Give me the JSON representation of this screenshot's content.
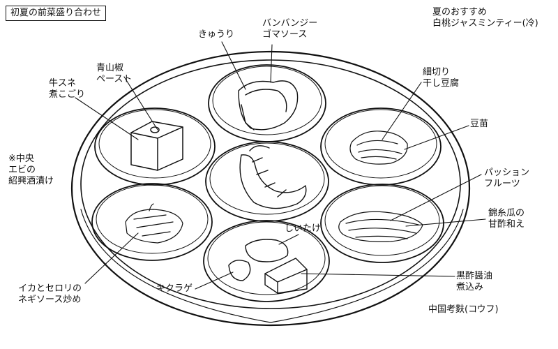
{
  "title": "初夏の前菜盛り合わせ",
  "drink": {
    "line1": "夏のおすすめ",
    "line2": "白桃ジャスミンティー(冷)"
  },
  "labels": {
    "cucumber": "きゅうり",
    "banbanji": [
      "バンバンジー",
      "ゴマソース"
    ],
    "aosansho": [
      "青山椒",
      "ペースト"
    ],
    "gyusuji": [
      "牛スネ",
      "煮こごり"
    ],
    "hoshidofu": [
      "細切り",
      "干し豆腐"
    ],
    "toumyo": "豆苗",
    "center_ebi": [
      "※中央",
      "エビの",
      "紹興酒漬け"
    ],
    "passion": [
      "パッション",
      "フルーツ"
    ],
    "kinshi": [
      "錦糸瓜の",
      "甘酢和え"
    ],
    "shiitake": "しいたけ",
    "ika": [
      "イカとセロリの",
      "ネギソース炒め"
    ],
    "kikurage": "キクラゲ",
    "kurozu": [
      "黒酢醤油",
      "煮込み"
    ],
    "kaofu": "中国考麩(コウフ)"
  }
}
